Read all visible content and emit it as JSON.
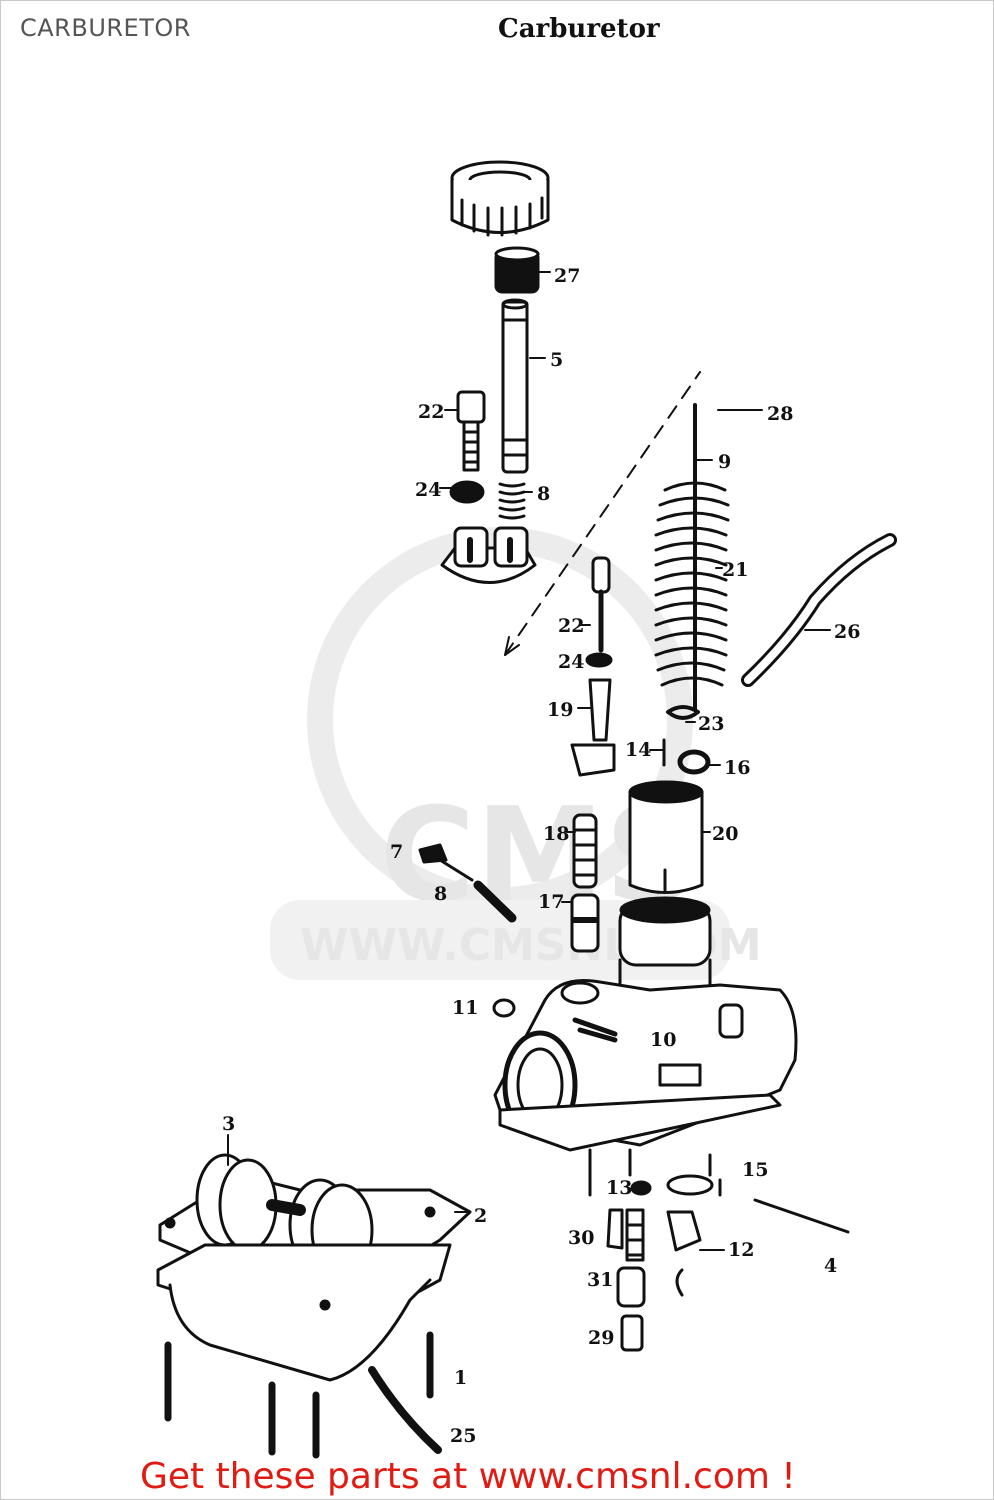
{
  "header": {
    "page_label": "CARBURETOR",
    "diagram_title": "Carburetor"
  },
  "watermark": {
    "logo_text": "CMS",
    "url_text": "WWW.CMSNL.COM"
  },
  "footer": {
    "link_text": "Get these parts at www.cmsnl.com !"
  },
  "callouts": [
    "27",
    "5",
    "22",
    "24",
    "8",
    "28",
    "9",
    "21",
    "26",
    "22",
    "24",
    "19",
    "23",
    "14",
    "16",
    "18",
    "20",
    "7",
    "8",
    "17",
    "11",
    "10",
    "3",
    "2",
    "15",
    "13",
    "4",
    "30",
    "12",
    "31",
    "29",
    "1",
    "25"
  ],
  "colors": {
    "footer_link": "#e11a12",
    "line_art": "#111111",
    "watermark": "#e6e6e6"
  }
}
